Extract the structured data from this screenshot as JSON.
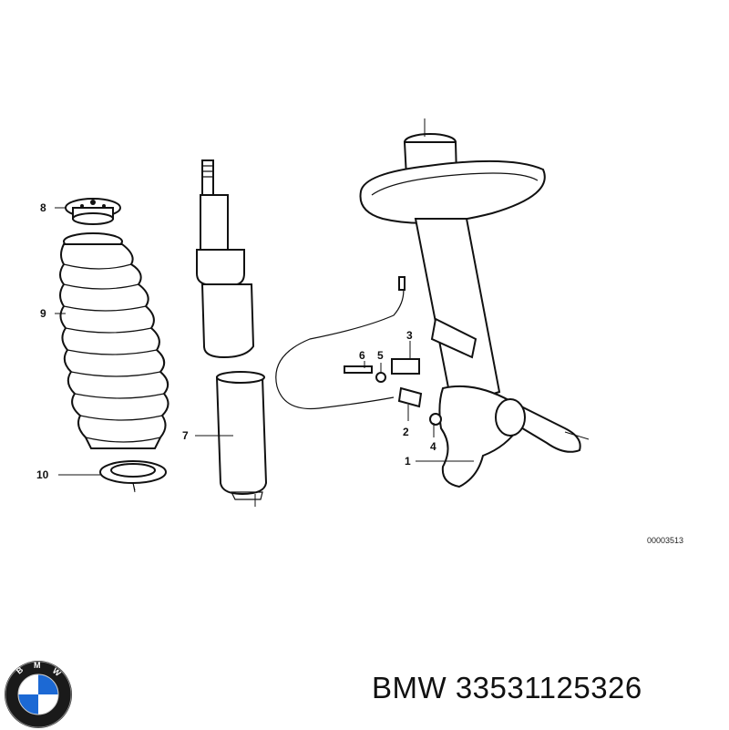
{
  "diagram": {
    "reference_code": "00003513",
    "callouts": [
      {
        "id": "1",
        "label": "1"
      },
      {
        "id": "2",
        "label": "2"
      },
      {
        "id": "3",
        "label": "3"
      },
      {
        "id": "4",
        "label": "4"
      },
      {
        "id": "5",
        "label": "5"
      },
      {
        "id": "6",
        "label": "6"
      },
      {
        "id": "7",
        "label": "7"
      },
      {
        "id": "8",
        "label": "8"
      },
      {
        "id": "9",
        "label": "9"
      },
      {
        "id": "10",
        "label": "10"
      }
    ]
  },
  "logo": {
    "icon": "bmw-roundel-icon",
    "lettering": "BMW",
    "colors": {
      "ring": "#1a1a1a",
      "blue": "#1c69d4",
      "white": "#ffffff"
    }
  },
  "caption": {
    "text": "BMW 33531125326"
  }
}
